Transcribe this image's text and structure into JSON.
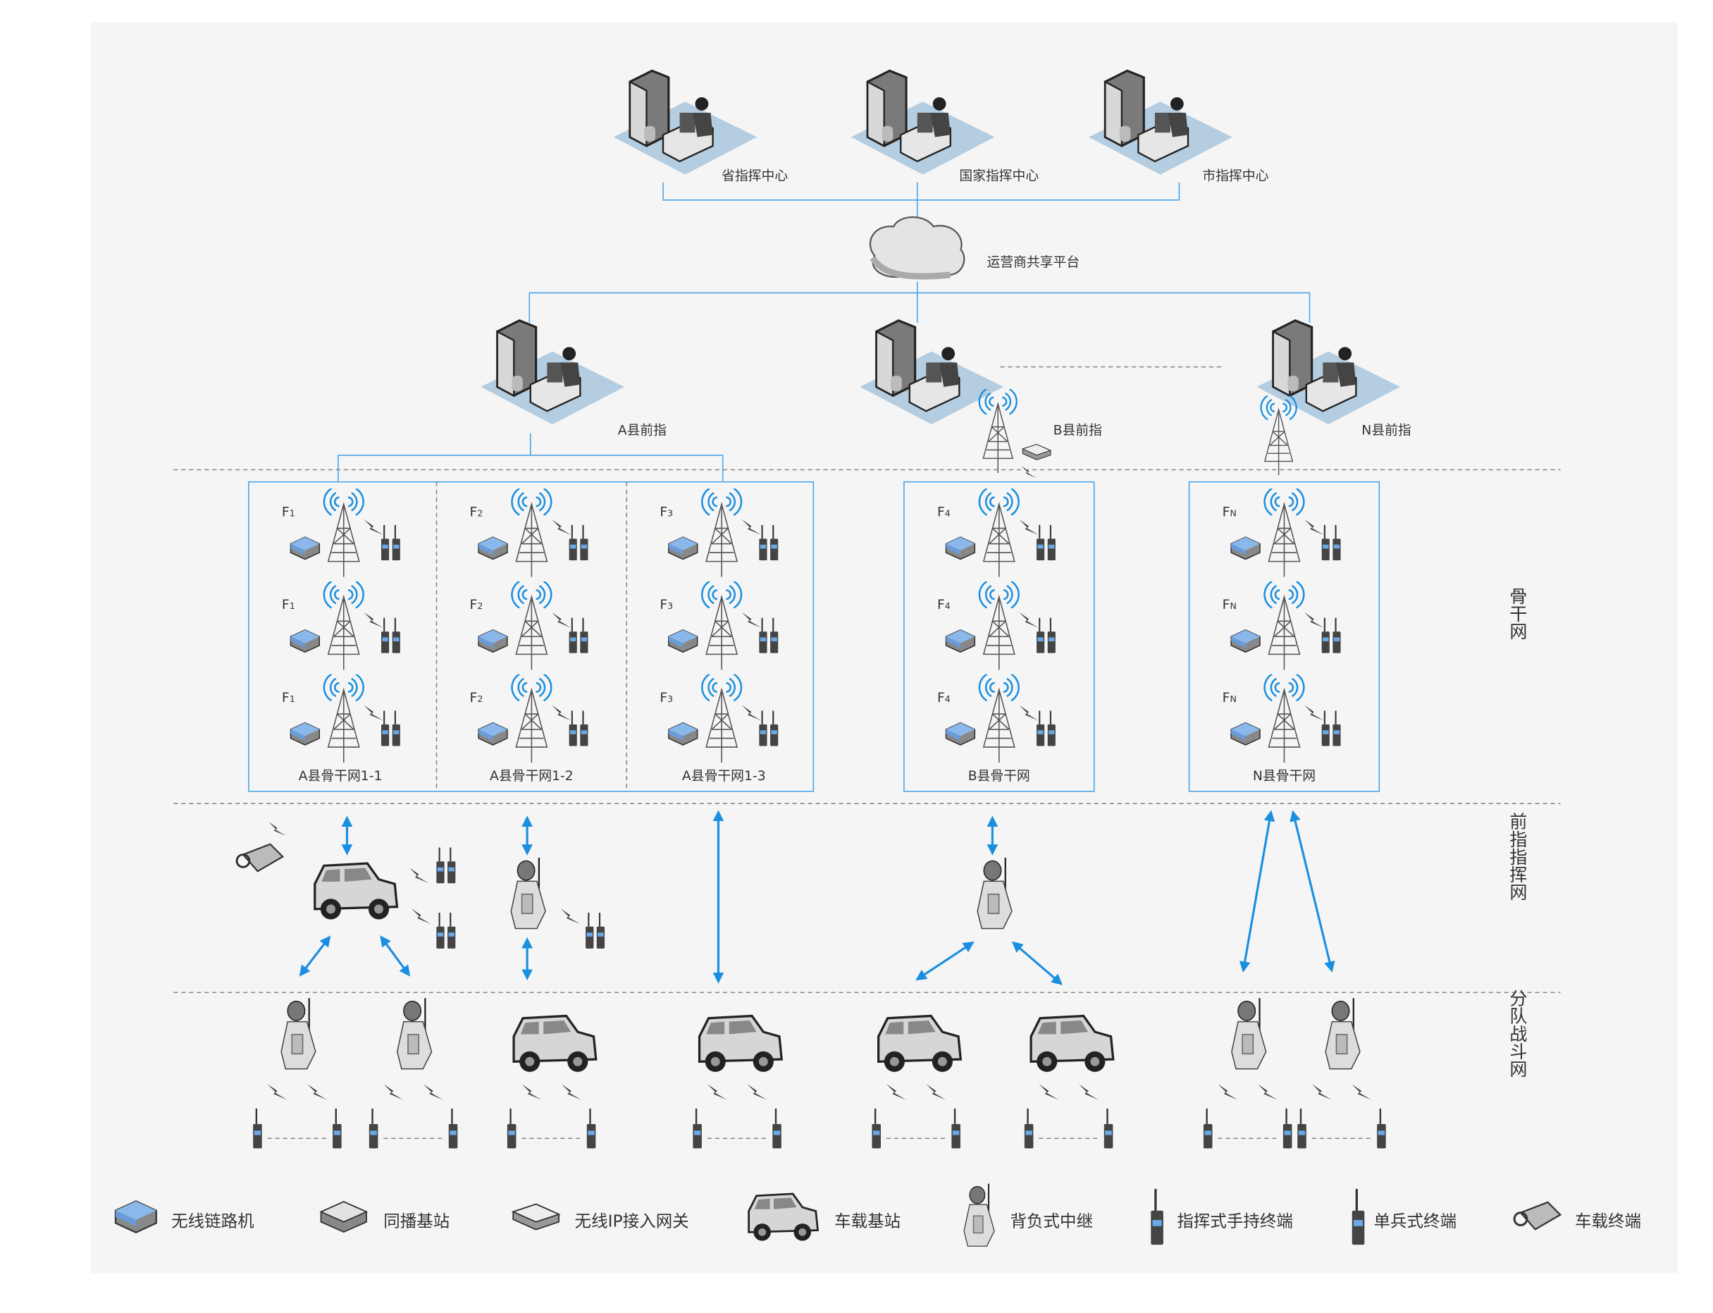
{
  "colors": {
    "accent": "#1a8fe0",
    "line": "#4aa3e8",
    "panel": "#f5f5f5",
    "diamond": "#b5cde0"
  },
  "centers": [
    {
      "label": "省指挥中心"
    },
    {
      "label": "国家指挥中心"
    },
    {
      "label": "市指挥中心"
    }
  ],
  "cloud": {
    "label": "运营商共享平台"
  },
  "counties": [
    {
      "label": "A县前指"
    },
    {
      "label": "B县前指"
    },
    {
      "label": "N县前指"
    }
  ],
  "backbone_boxes": [
    {
      "label": "A县骨干网1-1",
      "freq": "F1"
    },
    {
      "label": "A县骨干网1-2",
      "freq": "F2"
    },
    {
      "label": "A县骨干网1-3",
      "freq": "F3"
    },
    {
      "label": "B县骨干网",
      "freq": "F4"
    },
    {
      "label": "N县骨干网",
      "freq": "FN"
    }
  ],
  "layers": {
    "backbone": "骨干网",
    "command": "前指指挥网",
    "squad": "分队战斗网"
  },
  "legend": [
    {
      "label": "无线链路机",
      "icon": "router-icon"
    },
    {
      "label": "同播基站",
      "icon": "simulcast-base-station-icon"
    },
    {
      "label": "无线IP接入网关",
      "icon": "ip-gateway-icon"
    },
    {
      "label": "车载基站",
      "icon": "vehicle-base-station-icon"
    },
    {
      "label": "背负式中继",
      "icon": "backpack-repeater-icon"
    },
    {
      "label": "指挥式手持终端",
      "icon": "command-handheld-icon"
    },
    {
      "label": "单兵式终端",
      "icon": "soldier-terminal-icon"
    },
    {
      "label": "车载终端",
      "icon": "vehicle-terminal-icon"
    }
  ]
}
